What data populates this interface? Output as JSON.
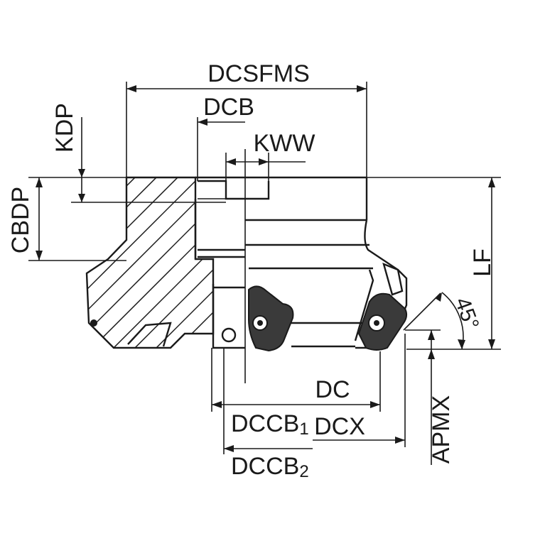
{
  "labels": {
    "dcsfms": "DCSFMS",
    "dcb": "DCB",
    "kww": "KWW",
    "kdp": "KDP",
    "cbdp": "CBDP",
    "lf": "LF",
    "angle": "45°",
    "dc": "DC",
    "dccb1_base": "DCCB",
    "dccb1_sub": "1",
    "dcx": "DCX",
    "dccb2_base": "DCCB",
    "dccb2_sub": "2",
    "apmx": "APMX"
  },
  "colors": {
    "line": "#1a1a1a",
    "insert": "#3a3a3a",
    "background": "#ffffff"
  }
}
